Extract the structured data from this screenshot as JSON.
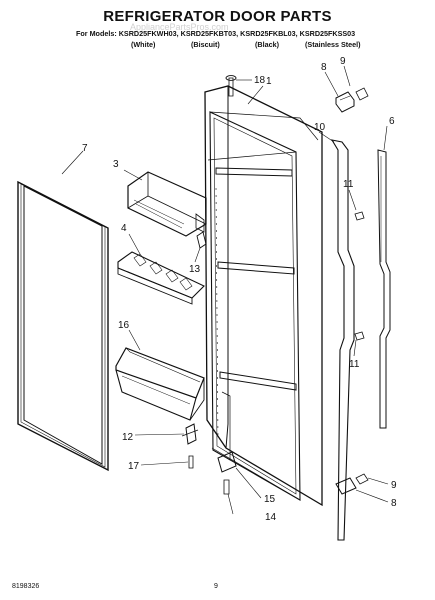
{
  "header": {
    "title": "REFRIGERATOR DOOR PARTS",
    "models_line": "For Models: KSRD25FKWH03, KSRD25FKBT03, KSRD25FKBL03, KSRD25FKSS03",
    "variants": [
      "(White)",
      "(Biscuit)",
      "(Black)",
      "(Stainless Steel)"
    ],
    "watermark": "AppliancePartsPros.com"
  },
  "callouts": [
    "1",
    "3",
    "4",
    "6",
    "7",
    "8",
    "9",
    "10",
    "11",
    "11",
    "12",
    "13",
    "14",
    "15",
    "16",
    "17",
    "18",
    "9",
    "8"
  ],
  "footer": {
    "part_number": "8198326",
    "page_number": "9"
  }
}
